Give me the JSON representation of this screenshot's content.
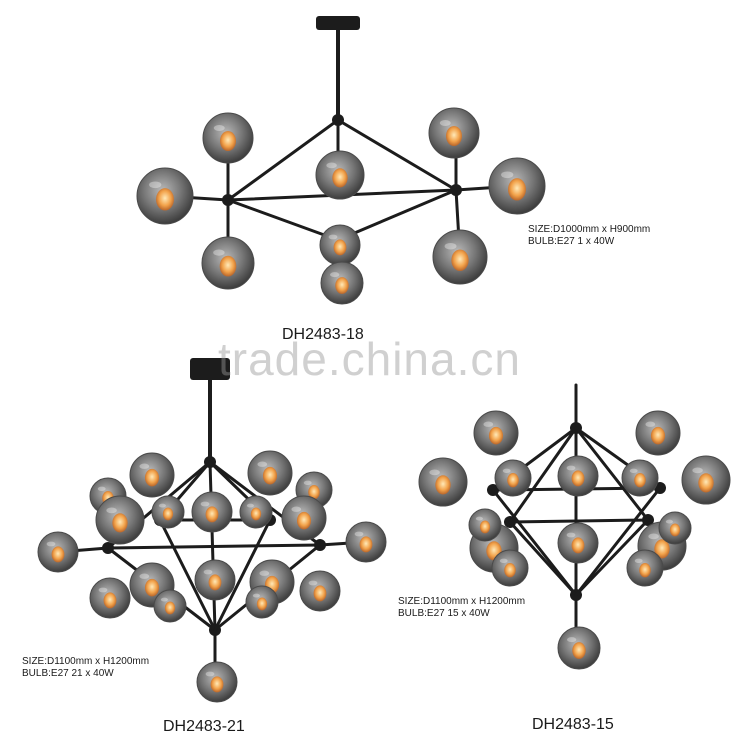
{
  "products": [
    {
      "model": "DH2483-18",
      "size": "SIZE:D1000mm x H900mm",
      "bulb": "BULB:E27  1 x 40W"
    },
    {
      "model": "DH2483-21",
      "size": "SIZE:D1100mm x H1200mm",
      "bulb": "BULB:E27  21 x 40W"
    },
    {
      "model": "DH2483-15",
      "size": "SIZE:D1100mm x H1200mm",
      "bulb": "BULB:E27  15 x 40W"
    }
  ],
  "watermark": "trade.china.cn",
  "colors": {
    "frame": "#1c1c1c",
    "globe": "#6d6d6d",
    "bulb": "#f2a24a",
    "background": "#ffffff"
  }
}
